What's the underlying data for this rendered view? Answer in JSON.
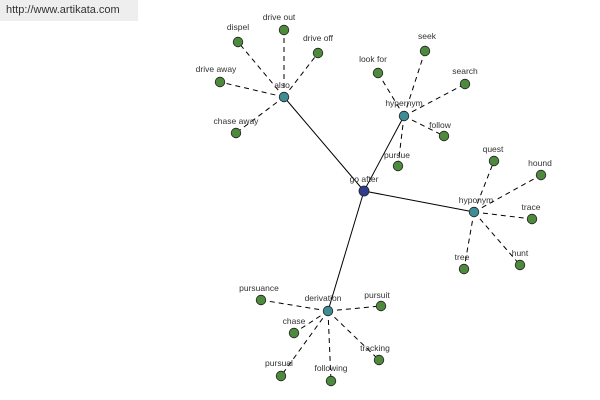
{
  "watermark": "http://www.artikata.com",
  "colors": {
    "root": "#2e3d8f",
    "group": "#3f8c94",
    "leaf": "#4e8a3e",
    "solid_edge": "#000000",
    "dashed_edge": "#000000"
  },
  "root": {
    "id": "go-after",
    "label": "go after"
  },
  "groups": [
    {
      "id": "also",
      "label": "also",
      "children": [
        "dispel",
        "drive out",
        "drive off",
        "drive away",
        "chase away"
      ]
    },
    {
      "id": "hypernym",
      "label": "hypernym",
      "children": [
        "look for",
        "seek",
        "search",
        "follow",
        "pursue"
      ]
    },
    {
      "id": "hyponym",
      "label": "hyponym",
      "children": [
        "quest",
        "hound",
        "trace",
        "hunt",
        "tree"
      ]
    },
    {
      "id": "derivation",
      "label": "derivation",
      "children": [
        "pursuance",
        "pursuit",
        "chase",
        "tracking",
        "pursual",
        "following"
      ]
    }
  ]
}
